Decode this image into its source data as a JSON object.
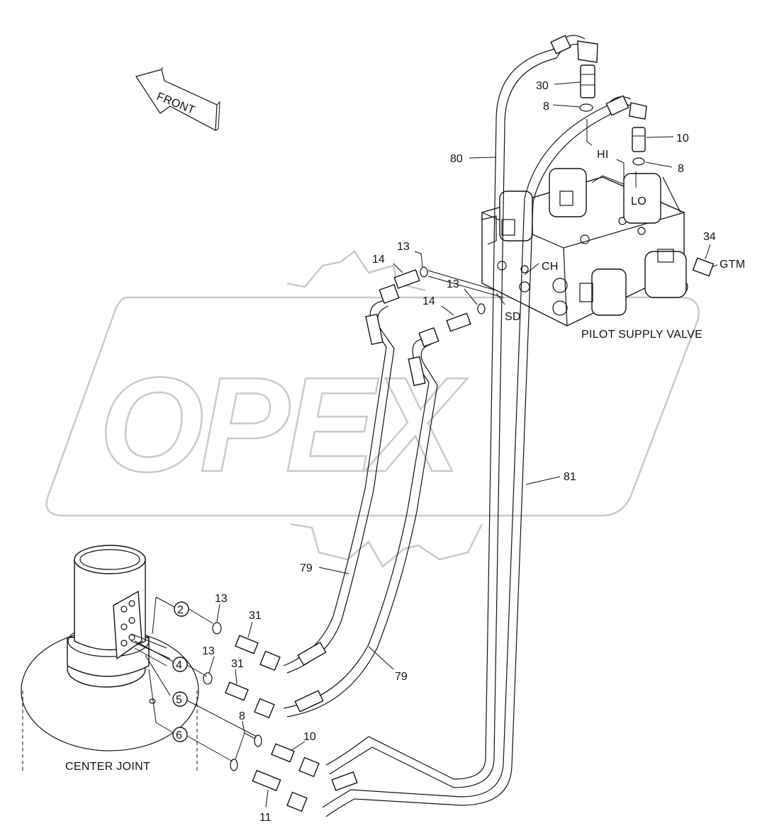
{
  "diagram": {
    "watermark": "OPEX",
    "direction_label": "FRONT",
    "components": {
      "pilot_supply_valve": "PILOT SUPPLY VALVE",
      "center_joint": "CENTER JOINT"
    },
    "ports": {
      "hi": "HI",
      "lo": "LO",
      "ch": "CH",
      "sd": "SD",
      "gtm": "GTM"
    },
    "circled_ports": [
      "2",
      "4",
      "5",
      "6"
    ],
    "callouts": {
      "c30": "30",
      "c8_top": "8",
      "c10_top": "10",
      "c8_right": "8",
      "c80": "80",
      "c34": "34",
      "c13_a": "13",
      "c14_a": "14",
      "c13_b": "13",
      "c14_b": "14",
      "c81": "81",
      "c79_a": "79",
      "c79_b": "79",
      "c13_c": "13",
      "c31_a": "31",
      "c13_d": "13",
      "c31_b": "31",
      "c8_bottom": "8",
      "c10_bottom": "10",
      "c11": "11"
    }
  }
}
